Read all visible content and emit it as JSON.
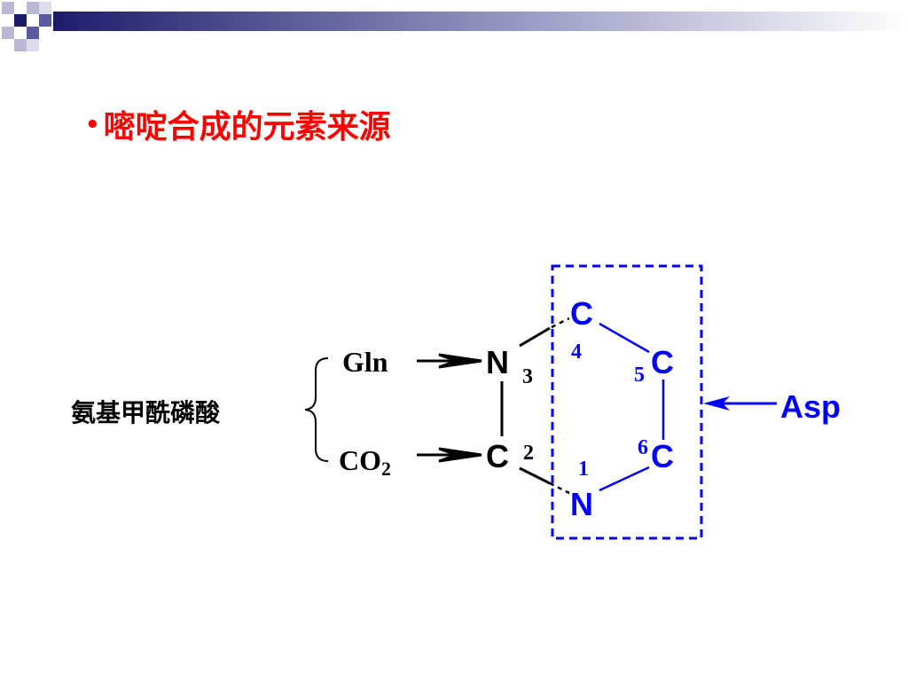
{
  "slide": {
    "title_bullet": "•",
    "title": "嘧啶合成的元素来源"
  },
  "diagram": {
    "source_left": "氨基甲酰磷酸",
    "gln": "Gln",
    "co2_main": "CO",
    "co2_sub": "2",
    "asp": "Asp",
    "atoms": {
      "n3": "N",
      "c2": "C",
      "c4": "C",
      "c5": "C",
      "c6": "C",
      "n1": "N"
    },
    "numbers": {
      "n3": "3",
      "c2": "2",
      "c4": "4",
      "c5": "5",
      "c6": "6",
      "n1": "1"
    }
  },
  "colors": {
    "title": "#ff0000",
    "ring_atoms": "#0000ff",
    "left_atoms": "#000000",
    "deco_dark": "#1c1c6b",
    "deco_mid": "#5a5a9e",
    "deco_light": "#b9b9d6"
  }
}
